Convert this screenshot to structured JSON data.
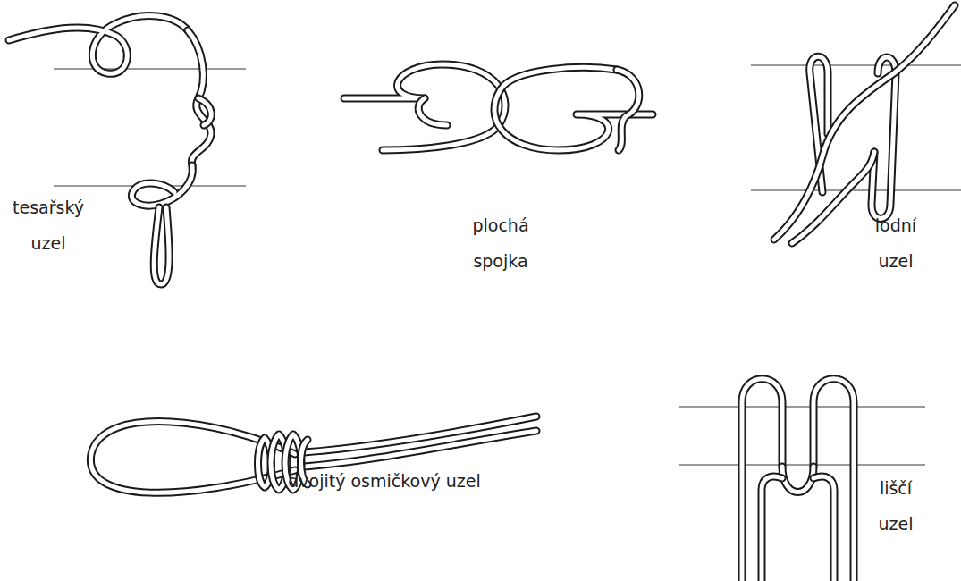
{
  "diagram": {
    "labels": [
      "tesařský uzel",
      "plochá spojka",
      "lodní uzel",
      "dvojitý osmičkový uzel",
      "liščí uzel"
    ]
  }
}
